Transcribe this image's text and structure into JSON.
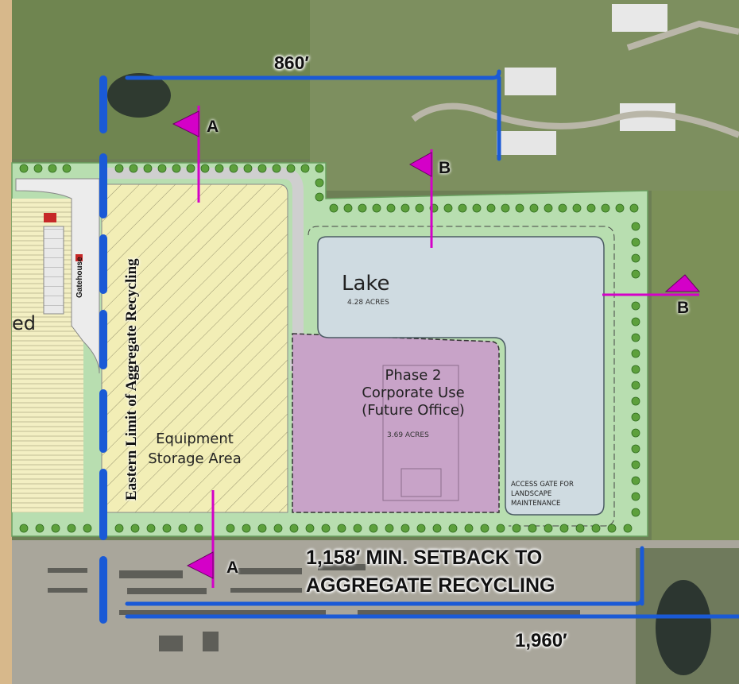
{
  "dimensions": {
    "top_dim": "860′",
    "setback_line1": "1,158′ MIN. SETBACK TO",
    "setback_line2": "AGGREGATE RECYCLING",
    "bottom_dim": "1,960′"
  },
  "zones": {
    "eastern_limit": "Eastern Limit of Aggregate Recycling",
    "gatehouse": "Gatehouse",
    "partial_label": "ed",
    "equipment_line1": "Equipment",
    "equipment_line2": "Storage Area",
    "lake": "Lake",
    "lake_acres": "4.28 ACRES",
    "phase2_line1": "Phase 2",
    "phase2_line2": "Corporate Use",
    "phase2_line3": "(Future Office)",
    "phase2_acres": "3.69 ACRES",
    "access_gate_line1": "ACCESS GATE FOR",
    "access_gate_line2": "LANDSCAPE",
    "access_gate_line3": "MAINTENANCE"
  },
  "section_markers": {
    "a_top": "A",
    "a_bottom": "A",
    "b_top": "B",
    "b_right": "B"
  },
  "colors": {
    "dimension_line": "#1a5ad6",
    "section_marker": "#d400c8",
    "lake": "#cdd9e0",
    "phase2": "#c8a0c8",
    "equipment": "#f4f0b8",
    "landscape": "#b9dfb2",
    "tree": "#5aa03a"
  }
}
